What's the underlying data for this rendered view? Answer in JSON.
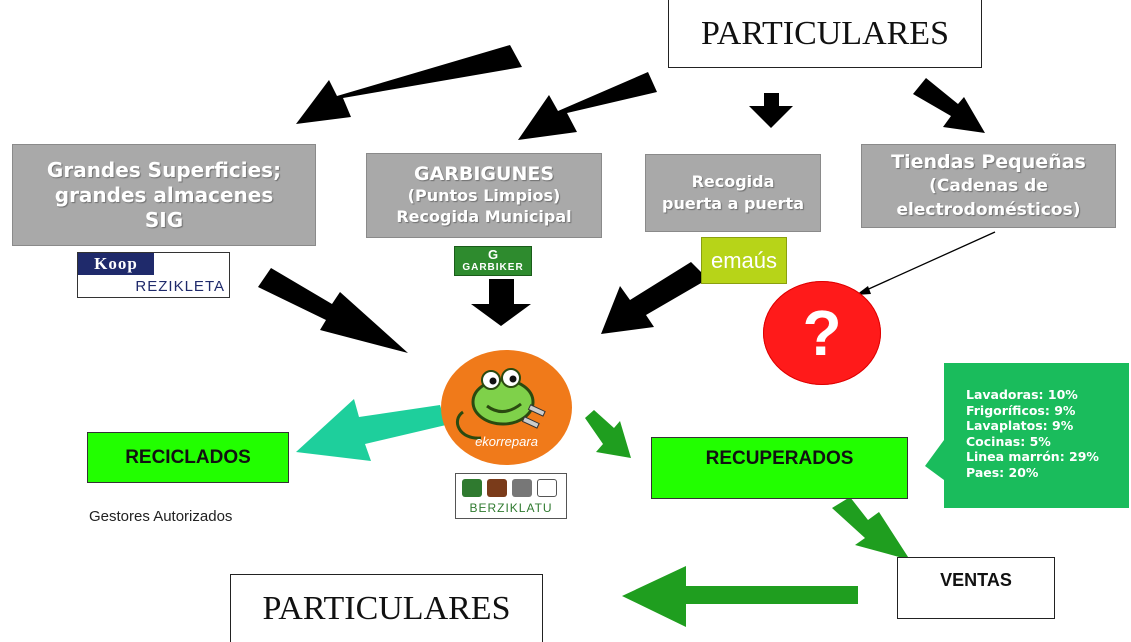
{
  "top_box": {
    "label": "PARTICULARES"
  },
  "boxes": {
    "grandes": {
      "lines": [
        "Grandes Superficies;",
        "grandes almacenes",
        "SIG"
      ]
    },
    "garbigunes": {
      "lines": [
        "GARBIGUNES",
        "(Puntos Limpios)",
        "Recogida Municipal"
      ]
    },
    "recogida": {
      "lines": [
        "Recogida",
        "puerta a puerta"
      ]
    },
    "tiendas": {
      "lines": [
        "Tiendas Pequeñas",
        "(Cadenas de",
        "electrodomésticos)"
      ]
    }
  },
  "logos": {
    "koopera": {
      "top": "Koop",
      "bottom": "Rezikleta"
    },
    "garbiker": {
      "text": "GARBIKER"
    },
    "emaus": {
      "text": "emaús"
    },
    "ekorrepara": {
      "text": "ekorrepara"
    },
    "berziklatu": {
      "text": "BERZIKLATU"
    },
    "question": {
      "text": "?"
    }
  },
  "reciclados": {
    "label": "RECICLADOS",
    "caption": "Gestores Autorizados"
  },
  "recuperados": {
    "label": "RECUPERADOS"
  },
  "stats": {
    "items": [
      "Lavadoras: 10%",
      "Frigoríficos: 9%",
      "Lavaplatos: 9%",
      "Cocinas: 5%",
      "Linea marrón: 29%",
      "Paes: 20%"
    ]
  },
  "ventas": {
    "label": "VENTAS"
  },
  "bottom_box": {
    "label": "PARTICULARES"
  },
  "colors": {
    "black_arrow": "#000000",
    "teal_arrow": "#1ecf9c",
    "green_arrow": "#1f9e1f",
    "green_box": "#22ff00",
    "stats_bg": "#1abc5c",
    "gray_box": "#a9a9a9",
    "question_red": "#ff1a1a",
    "ekorrepara_orange": "#f07a1a"
  }
}
